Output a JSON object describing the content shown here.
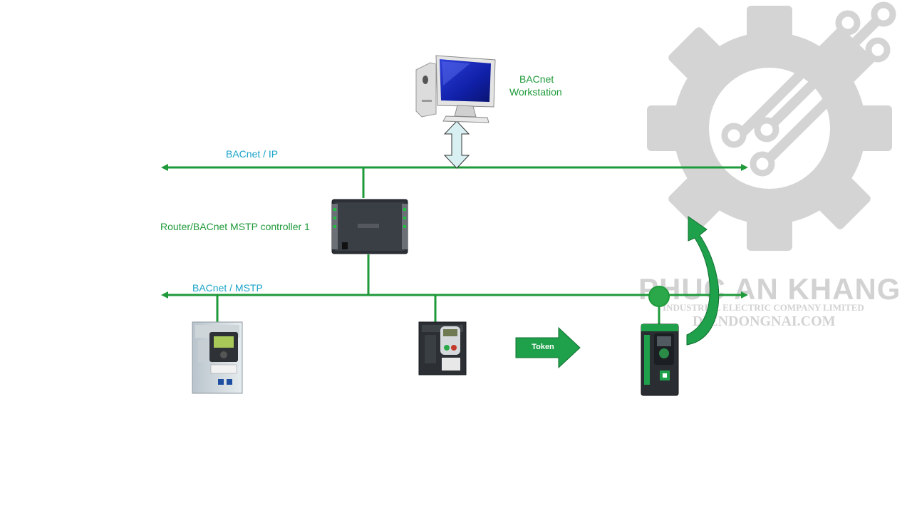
{
  "labels": {
    "workstation_line1": "BACnet",
    "workstation_line2": "Workstation",
    "bus_ip": "BACnet / IP",
    "router": "Router/BACnet MSTP controller 1",
    "bus_mstp": "BACnet / MSTP",
    "token": "Token"
  },
  "watermark": {
    "name": "PHUC AN KHANG",
    "tagline": "INDUSTRIAL ELECTRIC COMPANY LIMITED",
    "site": "DIENDONGNAI.COM"
  },
  "colors": {
    "bus_green": "#1f9a3a",
    "label_cyan": "#1aa3c8",
    "watermark_gray": "#d2d2d2"
  }
}
